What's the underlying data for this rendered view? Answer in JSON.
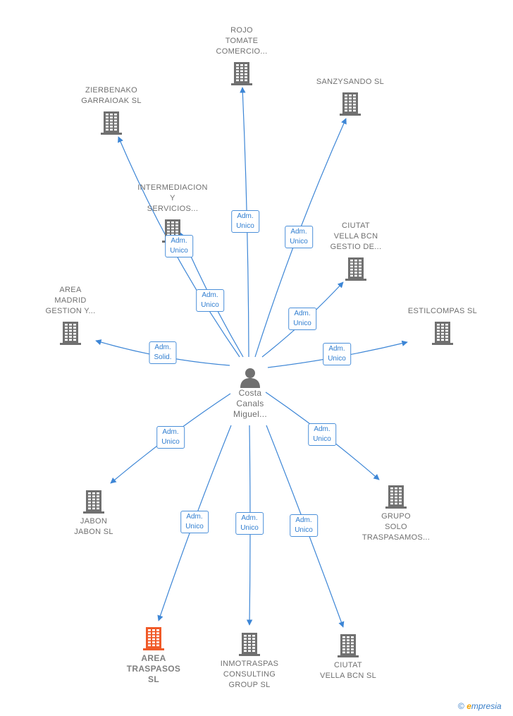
{
  "center": {
    "label": "Costa\nCanals\nMiguel..."
  },
  "nodes": [
    {
      "id": "rojo",
      "label": "ROJO\nTOMATE\nCOMERCIO...",
      "highlight": false
    },
    {
      "id": "zierbenako",
      "label": "ZIERBENAKO\nGARRAIOAK SL",
      "highlight": false
    },
    {
      "id": "sanzysando",
      "label": "SANZYSANDO SL",
      "highlight": false
    },
    {
      "id": "intermediacion",
      "label": "INTERMEDIACION\nY\nSERVICIOS...",
      "highlight": false
    },
    {
      "id": "ciutat1",
      "label": "CIUTAT\nVELLA BCN\nGESTIO DE...",
      "highlight": false
    },
    {
      "id": "area-madrid",
      "label": "AREA\nMADRID\nGESTION Y...",
      "highlight": false
    },
    {
      "id": "estilcompas",
      "label": "ESTILCOMPAS SL",
      "highlight": false
    },
    {
      "id": "jabon",
      "label": "JABON\nJABON  SL",
      "highlight": false
    },
    {
      "id": "grupo",
      "label": "GRUPO\nSOLO\nTRASPASAMOS...",
      "highlight": false
    },
    {
      "id": "area-traspasos",
      "label": "AREA\nTRASPASOS\nSL",
      "highlight": true
    },
    {
      "id": "inmotraspas",
      "label": "INMOTRASPAS\nCONSULTING\nGROUP  SL",
      "highlight": false
    },
    {
      "id": "ciutat2",
      "label": "CIUTAT\nVELLA BCN  SL",
      "highlight": false
    }
  ],
  "edges": [
    {
      "to": "rojo",
      "label": "Adm.\nUnico"
    },
    {
      "to": "zierbenako",
      "label": "Adm.\nUnico"
    },
    {
      "to": "sanzysando",
      "label": "Adm.\nUnico"
    },
    {
      "to": "intermediacion",
      "label": "Adm.\nUnico"
    },
    {
      "to": "ciutat1",
      "label": "Adm.\nUnico"
    },
    {
      "to": "area-madrid",
      "label": "Adm.\nSolid."
    },
    {
      "to": "estilcompas",
      "label": "Adm.\nUnico"
    },
    {
      "to": "jabon",
      "label": "Adm.\nUnico"
    },
    {
      "to": "grupo",
      "label": "Adm.\nUnico"
    },
    {
      "to": "area-traspasos",
      "label": "Adm.\nUnico"
    },
    {
      "to": "inmotraspas",
      "label": "Adm.\nUnico"
    },
    {
      "to": "ciutat2",
      "label": "Adm.\nUnico"
    }
  ],
  "colors": {
    "edge": "#3d86d6",
    "building": "#707070",
    "building_highlight": "#f05a28",
    "person": "#707070"
  },
  "footer": {
    "copyright": "©",
    "brand_e": "e",
    "brand_rest": "mpresia"
  }
}
